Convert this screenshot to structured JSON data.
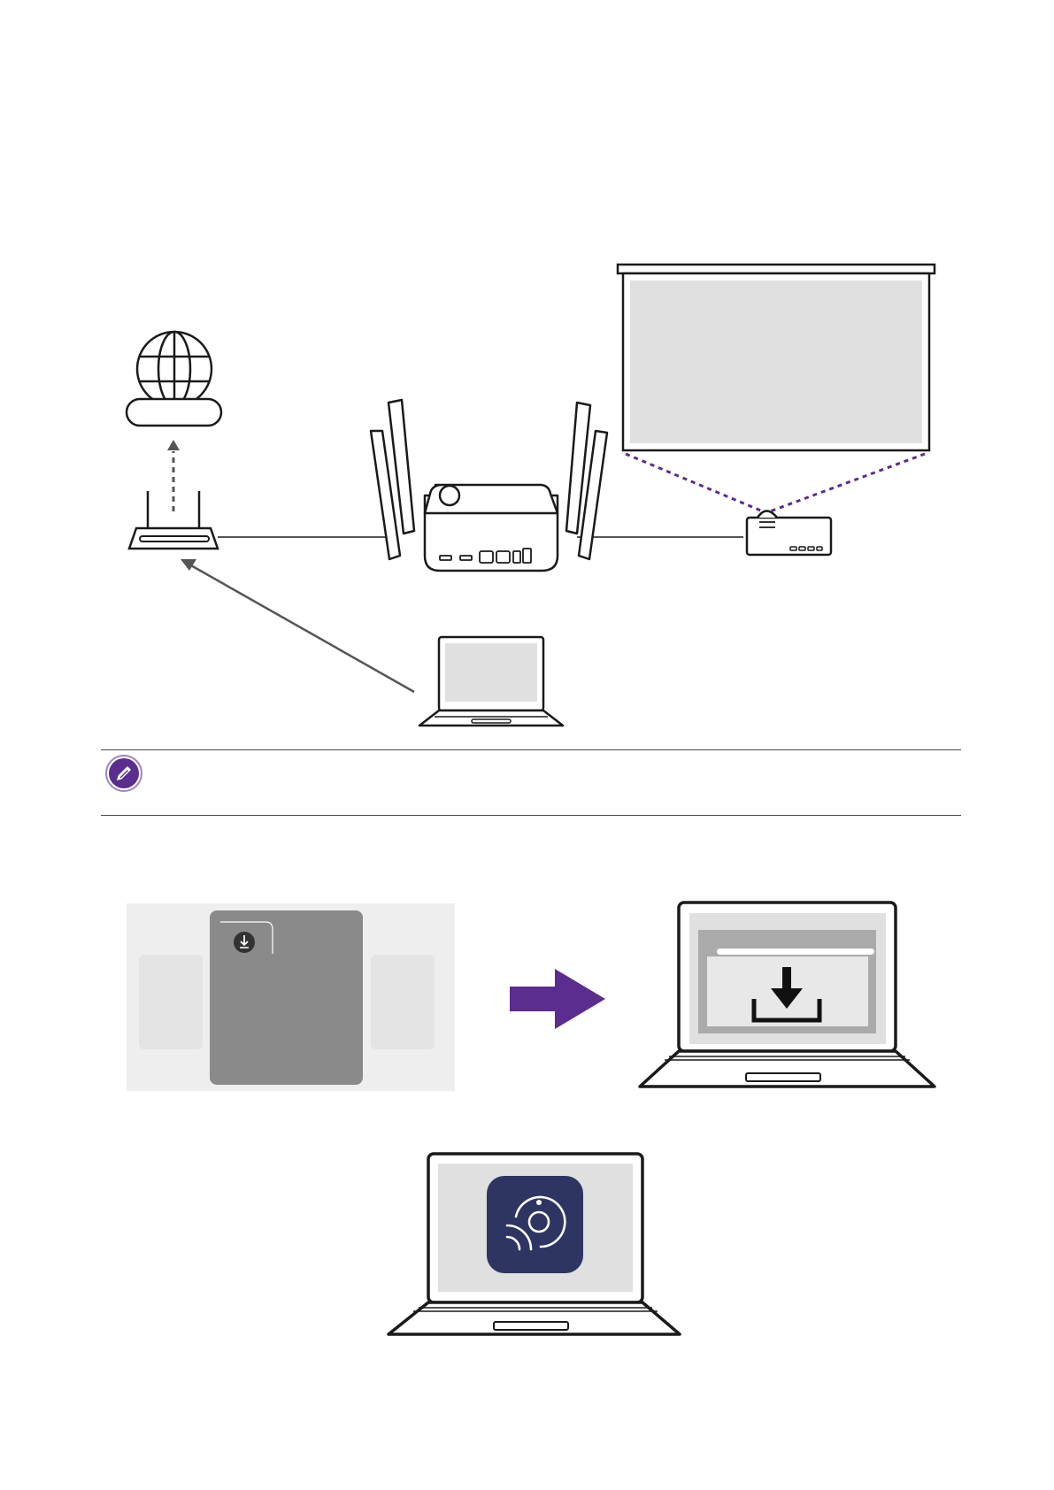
{
  "page": {
    "title": ""
  },
  "colors": {
    "line": "#1a1a1a",
    "connector": "#555555",
    "screen_fill": "#e0e0e0",
    "accent_purple": "#5b2d8e",
    "app_icon_bg": "#2f3563",
    "panel_bg": "#eeeeee",
    "card_bg": "#8a8a8a"
  },
  "diagram": {
    "nodes": [
      {
        "name": "internet-globe",
        "icon": "globe-icon"
      },
      {
        "name": "wifi-router",
        "icon": "router-icon"
      },
      {
        "name": "wireless-hub",
        "icon": "wireless-hub-icon"
      },
      {
        "name": "projection-screen",
        "icon": "projection-screen-icon"
      },
      {
        "name": "projector",
        "icon": "projector-icon"
      },
      {
        "name": "laptop",
        "icon": "laptop-icon"
      }
    ],
    "links": [
      {
        "from": "wifi-router",
        "to": "internet-globe",
        "style": "dashed-arrow"
      },
      {
        "from": "wifi-router",
        "to": "wireless-hub",
        "style": "solid"
      },
      {
        "from": "wireless-hub",
        "to": "projector",
        "style": "solid"
      },
      {
        "from": "laptop",
        "to": "wifi-router",
        "style": "arrow"
      },
      {
        "from": "projector",
        "to": "projection-screen",
        "style": "dotted-beam"
      }
    ]
  },
  "note": {
    "icon": "pencil-note-icon",
    "text": ""
  },
  "steps": [
    {
      "name": "download-screen",
      "icon": "download-icon"
    },
    {
      "name": "next-step-arrow",
      "icon": "right-arrow-icon"
    },
    {
      "name": "laptop-download",
      "icon": "download-tray-icon"
    },
    {
      "name": "laptop-app",
      "icon": "cast-app-icon"
    }
  ]
}
